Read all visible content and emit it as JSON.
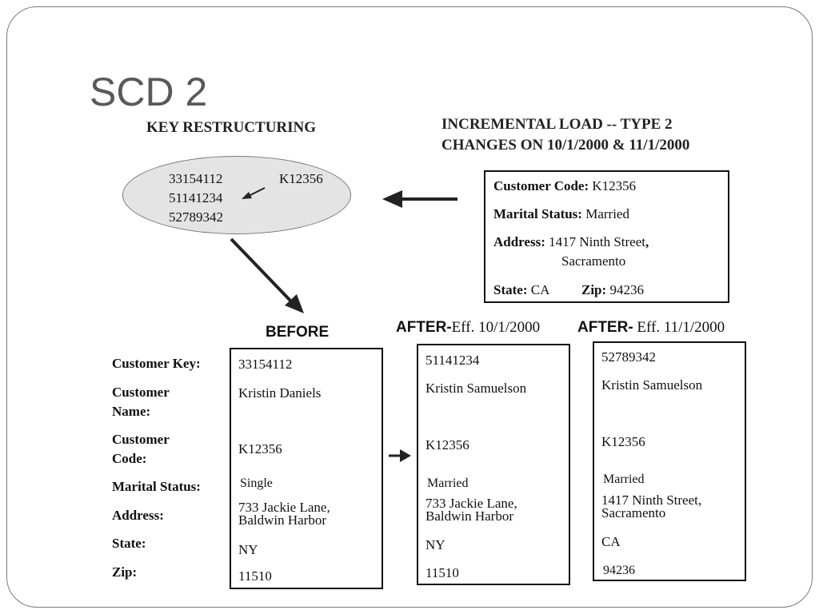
{
  "slide_title": "SCD 2",
  "key_restructuring": {
    "heading": "KEY RESTRUCTURING",
    "keys": [
      "33154112",
      "51141234",
      "52789342"
    ],
    "code": "K12356"
  },
  "incremental": {
    "heading_line1": "INCREMENTAL LOAD -- TYPE 2",
    "heading_line2": "CHANGES ON 10/1/2000 & 11/1/2000",
    "customer_code_label": "Customer Code:",
    "customer_code_value": "K12356",
    "marital_label": "Marital Status:",
    "marital_value": "Married",
    "address_label": "Address:",
    "address_line1": "1417 Ninth  Street",
    "address_comma": ",",
    "address_line2": "Sacramento",
    "state_label": "State:",
    "state_value": "CA",
    "zip_label": "Zip:",
    "zip_value": "94236"
  },
  "labels": {
    "customer_key": "Customer Key:",
    "customer_name_1": "Customer",
    "customer_name_2": "Name:",
    "customer_code_1": "Customer",
    "customer_code_2": "Code:",
    "marital_status": "Marital Status:",
    "address": "Address:",
    "state": "State:",
    "zip": "Zip:"
  },
  "before": {
    "caption": "BEFORE",
    "key": "33154112",
    "name": "Kristin Daniels",
    "code": "K12356",
    "marital": "Single",
    "address1": "733 Jackie Lane,",
    "address2": "Baldwin Harbor",
    "state": "NY",
    "zip": "11510"
  },
  "after1": {
    "caption_bold": "AFTER-",
    "caption_date": "Eff. 10/1/2000",
    "key": "51141234",
    "name": "Kristin Samuelson",
    "code": "K12356",
    "marital": "Married",
    "address1": "733 Jackie Lane,",
    "address2": "Baldwin Harbor",
    "state": "NY",
    "zip": "11510"
  },
  "after2": {
    "caption_bold": "AFTER-",
    "caption_date": " Eff. 11/1/2000",
    "key": "52789342",
    "name": "Kristin Samuelson",
    "code": "K12356",
    "marital": "Married",
    "address1": "1417 Ninth Street,",
    "address2": "Sacramento",
    "state": "CA",
    "zip": "94236"
  }
}
